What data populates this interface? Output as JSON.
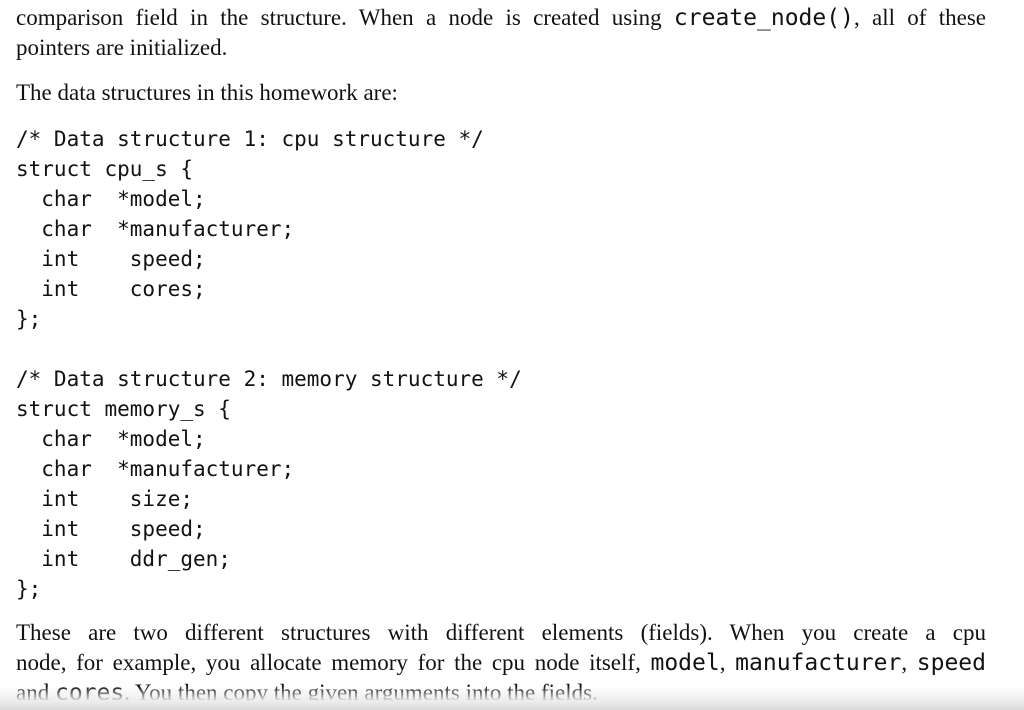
{
  "page": {
    "paragraph_intro": {
      "line1": {
        "seg1": "comparison field in the structure. When a node is created using ",
        "code": "create_node()",
        "seg2": ", all of these"
      },
      "line2": "pointers are initialized."
    },
    "paragraph_lead": "The data structures in this homework are:",
    "code_block1": {
      "lines": [
        "/* Data structure 1: cpu structure */",
        "struct cpu_s {",
        "  char  *model;",
        "  char  *manufacturer;",
        "  int    speed;",
        "  int    cores;",
        "};"
      ]
    },
    "code_block2": {
      "lines": [
        "/* Data structure 2: memory structure */",
        "struct memory_s {",
        "  char  *model;",
        "  char  *manufacturer;",
        "  int    size;",
        "  int    speed;",
        "  int    ddr_gen;",
        "};"
      ]
    },
    "paragraph_summary": {
      "line1": "These are two different structures with different elements (fields). When you create a cpu",
      "line2": {
        "seg1": "node, for example, you allocate memory for the cpu node itself, ",
        "code1": "model",
        "sep1": ", ",
        "code2": "manufacturer",
        "sep2": ", ",
        "code3": "speed"
      },
      "line3": {
        "seg1": "and ",
        "code1": "cores",
        "seg2": ". You then copy the given arguments into the fields."
      }
    }
  },
  "colors": {
    "text": "#121212",
    "background": "#ffffff",
    "page_bottom_edge": "#d8d8d8"
  }
}
